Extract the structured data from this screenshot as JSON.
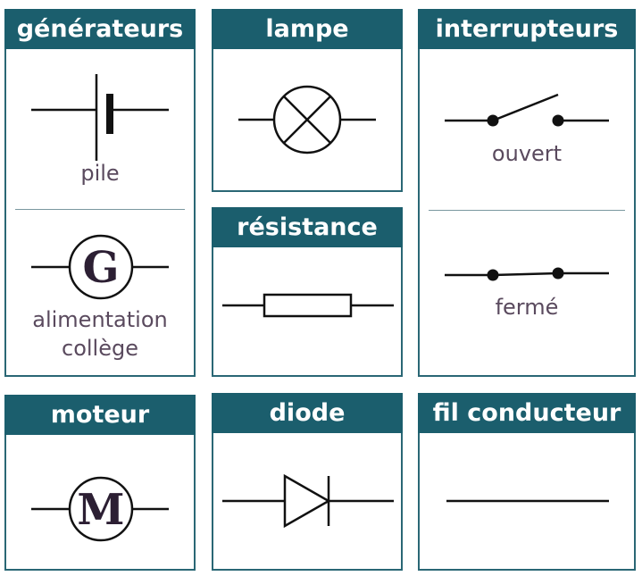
{
  "cards": {
    "generateurs": {
      "title": "générateurs",
      "pile": "pile",
      "alimentation": "alimentation collège",
      "g_letter": "G"
    },
    "lampe": {
      "title": "lampe"
    },
    "interrupteurs": {
      "title": "interrupteurs",
      "ouvert": "ouvert",
      "ferme": "fermé"
    },
    "resistance": {
      "title": "résistance"
    },
    "moteur": {
      "title": "moteur",
      "m_letter": "M"
    },
    "diode": {
      "title": "diode"
    },
    "fil": {
      "title": "fil conducteur"
    }
  },
  "colors": {
    "header": "#1b5e6d",
    "border": "#2a6775",
    "caption": "#5a4a5e",
    "letter": "#2c1f33"
  }
}
